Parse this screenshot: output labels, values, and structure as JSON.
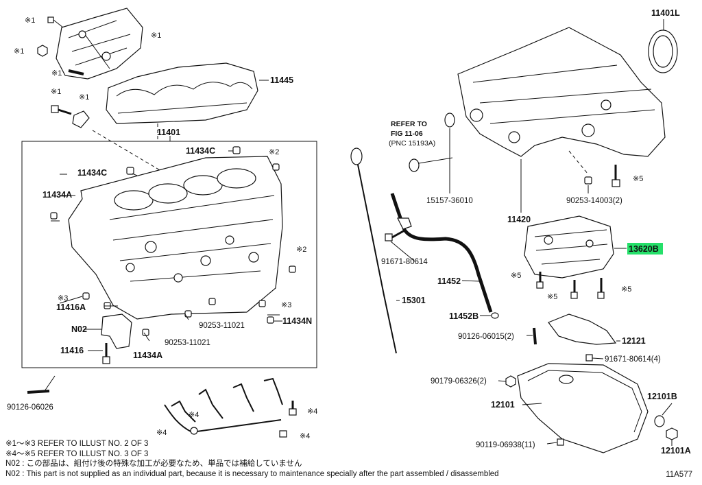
{
  "callouts": {
    "c11401L": "11401L",
    "c11445": "11445",
    "c11401": "11401",
    "c11434C_a": "11434C",
    "c11434C_b": "11434C",
    "c11434A_a": "11434A",
    "c11434A_b": "11434A",
    "c11416A": "11416A",
    "cN02": "N02",
    "c11416": "11416",
    "c90253_11021_a": "90253-11021",
    "c90253_11021_b": "90253-11021",
    "c11434N": "11434N",
    "c90126_06026": "90126-06026",
    "c15157_36010": "15157-36010",
    "c90253_14003": "90253-14003(2)",
    "c11420": "11420",
    "c13620B": "13620B",
    "c91671_80614": "91671-80614",
    "c11452": "11452",
    "c15301": "15301",
    "c11452B": "11452B",
    "c90126_06015": "90126-06015(2)",
    "c12121": "12121",
    "c91671_80614_4": "91671-80614(4)",
    "c90179_06326": "90179-06326(2)",
    "c12101B": "12101B",
    "c12101": "12101",
    "c90119_06938": "90119-06938(11)",
    "c12101A": "12101A"
  },
  "refer": {
    "line1": "REFER TO",
    "line2": "FIG 11-06",
    "line3": "(PNC 15193A)"
  },
  "marks": {
    "m1": "※1",
    "m2": "※2",
    "m3": "※3",
    "m4": "※4",
    "m5": "※5"
  },
  "notes": {
    "line1": "※1～※3  REFER TO ILLUST NO. 2 OF 3",
    "line2": "※4～※5  REFER TO ILLUST NO. 3 OF 3",
    "line3": "N02 : この部品は、組付け後の特殊な加工が必要なため、単品では補給していません",
    "line4": "N02 : This part is not supplied as an individual part, because it is necessary to maintenance specially after the part assembled / disassembled"
  },
  "figure_code": "11A577",
  "colors": {
    "highlight": "#25e06a",
    "ink": "#111111"
  }
}
